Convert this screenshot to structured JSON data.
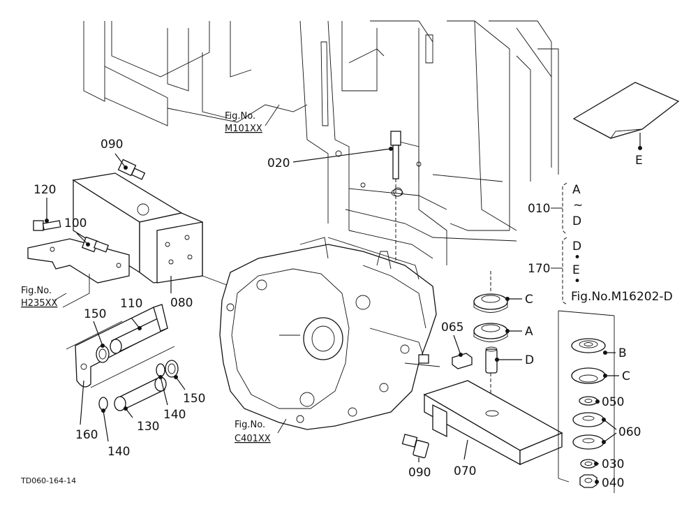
{
  "callouts": {
    "p020": "020",
    "p090a": "090",
    "p120": "120",
    "p100": "100",
    "p080": "080",
    "p110": "110",
    "p150a": "150",
    "p150b": "150",
    "p140a": "140",
    "p140b": "140",
    "p130": "130",
    "p160": "160",
    "p065": "065",
    "p090b": "090",
    "p070": "070",
    "p010": "010",
    "p170": "170",
    "p050": "050",
    "p060": "060",
    "p030": "030",
    "p040": "040"
  },
  "letters": {
    "c1": "C",
    "a1": "A",
    "d1": "D",
    "b2": "B",
    "c2": "C",
    "e1": "E"
  },
  "group010": {
    "from": "A",
    "tilde": "~",
    "to": "D"
  },
  "group170": {
    "d": "D",
    "dot1": "•",
    "e": "E",
    "dot2": "•",
    "fig": "Fig.No.M16202-D"
  },
  "fig_refs": {
    "m101": {
      "prefix": "Fig.No.",
      "code": "M101XX"
    },
    "h235": {
      "prefix": "Fig.No.",
      "code": "H235XX"
    },
    "c401": {
      "prefix": "Fig.No.",
      "code": "C401XX"
    }
  },
  "doc_code": "TD060-164-14"
}
